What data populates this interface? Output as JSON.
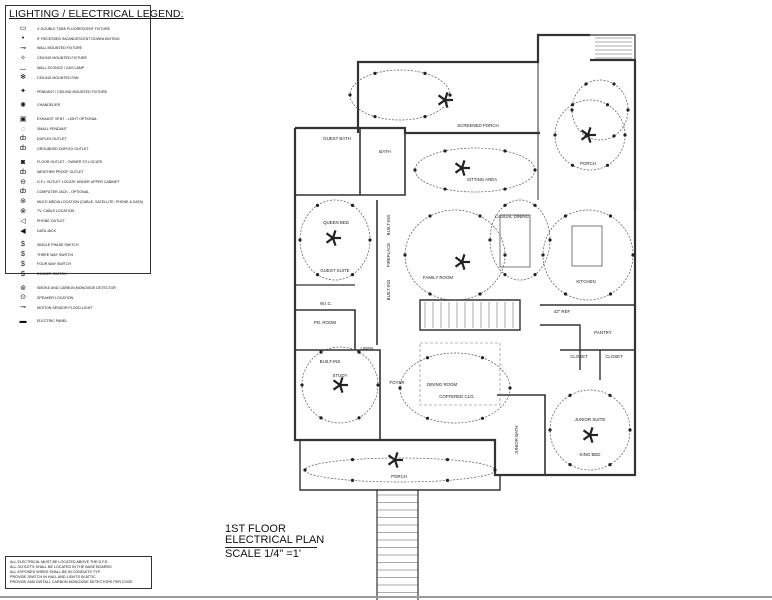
{
  "legend": {
    "title": "LIGHTING / ELECTRICAL LEGEND:",
    "items": [
      {
        "icon": "double-tube-fluorescent-icon",
        "label": "4' DOUBLE TUBE FLUORESCENT FIXTURE"
      },
      {
        "icon": "recessed-downlight-icon",
        "label": "5\" RECESSED INCANDESCENT DOWNLIGHTING"
      },
      {
        "icon": "wall-mounted-fixture-icon",
        "label": "WALL MOUNTED FIXTURE"
      },
      {
        "icon": "ceiling-mounted-fixture-icon",
        "label": "CEILING MOUNTED FIXTURE"
      },
      {
        "icon": "wall-sconce-icon",
        "label": "WALL SCONCE / GAS LAMP"
      },
      {
        "icon": "ceiling-fan-icon",
        "label": "CEILING MOUNTED FAN"
      },
      {
        "icon": "pendant-icon",
        "label": "PENDANT / CEILING MOUNTED FIXTURE"
      },
      {
        "icon": "chandelier-icon",
        "label": "CHANDELIER"
      },
      {
        "icon": "exhaust-vent-icon",
        "label": "EXHAUST VENT - LIGHT OPTIONAL"
      },
      {
        "icon": "small-pendant-icon",
        "label": "SMALL PENDANT"
      },
      {
        "icon": "duplex-outlet-icon",
        "label": "DUPLEX OUTLET"
      },
      {
        "icon": "grounded-duplex-outlet-icon",
        "label": "GROUNDED DUPLEX OUTLET"
      },
      {
        "icon": "floor-outlet-icon",
        "label": "FLOOR OUTLET - OWNER TO LOCATE"
      },
      {
        "icon": "weather-proof-outlet-icon",
        "label": "WEATHER PROOF OUTLET"
      },
      {
        "icon": "gfi-outlet-icon",
        "label": "G.F.I. OUTLET LOCATE UNDER UPPER CABINET"
      },
      {
        "icon": "computer-jack-icon",
        "label": "COMPUTER JACK - OPTIONAL"
      },
      {
        "icon": "multimedia-location-icon",
        "label": "MULTI-MEDIA LOCATION (CABLE, SATELLITE, PHONE & DATA)"
      },
      {
        "icon": "tv-cable-icon",
        "label": "TV. CABLE LOCATION"
      },
      {
        "icon": "phone-outlet-icon",
        "label": "PHONE OUTLET"
      },
      {
        "icon": "data-jack-icon",
        "label": "DATA JACK"
      },
      {
        "icon": "single-phase-switch-icon",
        "label": "SINGLE PHASE SWITCH"
      },
      {
        "icon": "three-way-switch-icon",
        "label": "THREE WAY SWITCH"
      },
      {
        "icon": "four-way-switch-icon",
        "label": "FOUR WAY SWITCH"
      },
      {
        "icon": "dimmer-switch-icon",
        "label": "DIMMER SWITCH"
      },
      {
        "icon": "smoke-co-detector-icon",
        "label": "SMOKE AND CARBON MONOXIDE DETECTOR"
      },
      {
        "icon": "speaker-icon",
        "label": "SPEAKER LOCATION"
      },
      {
        "icon": "motion-flood-light-icon",
        "label": "MOTION SENSOR FLOOD LIGHT"
      },
      {
        "icon": "electric-panel-icon",
        "label": "ELECTRIC PANEL"
      }
    ]
  },
  "notes": [
    "ALL ELECTRICAL MUST BE LOCATED ABOVE THE D.F.E.",
    "ALL OUTLETS SHALL BE LOCATED IN THE BASE BOARDS",
    "ALL EXPOSED WIRES SHALL BE IN CONDUITS TYP.",
    "PROVIDE SWITCH IN HALL AND LIGHTS IN ATTIC",
    "PROVIDE AND INSTALL CARBON MONOXIDE DETECTORS PER CODE"
  ],
  "title": {
    "line1": "1ST FLOOR",
    "line2": "ELECTRICAL PLAN",
    "scale": "SCALE 1/4\" =1'"
  },
  "rooms": {
    "screened_porch": "SCREENED PORCH",
    "rear_porch": "PORCH",
    "sitting_area": "SITTING AREA",
    "guest_bath": "GUEST BATH",
    "bath": "BATH",
    "queen_bed": "QUEEN BED",
    "guest_suite": "GUEST SUITE",
    "wic": "W.I.C.",
    "pd_room": "PD. ROOM",
    "casual_dining": "CASUAL DINING",
    "family_room": "FAMILY ROOM",
    "fireplace": "FIREPLACE",
    "built_ins_1": "BUILT-INS",
    "built_ins_2": "BUILT-INS",
    "kitchen": "KITCHEN",
    "pantry": "PANTRY",
    "ref": "42\" REF",
    "closet_1": "CLOSET",
    "closet_2": "CLOSET",
    "linen": "LINEN",
    "built_ins_study": "BUILT-INS",
    "study": "STUDY",
    "foyer": "FOYER",
    "dining_room": "DINING ROOM",
    "coffered": "COFFERED CLG.",
    "junior_suite": "JUNIOR SUITE",
    "king_bed": "KING BED",
    "junior_bath": "JUNIOR BATH",
    "front_porch": "PORCH"
  }
}
